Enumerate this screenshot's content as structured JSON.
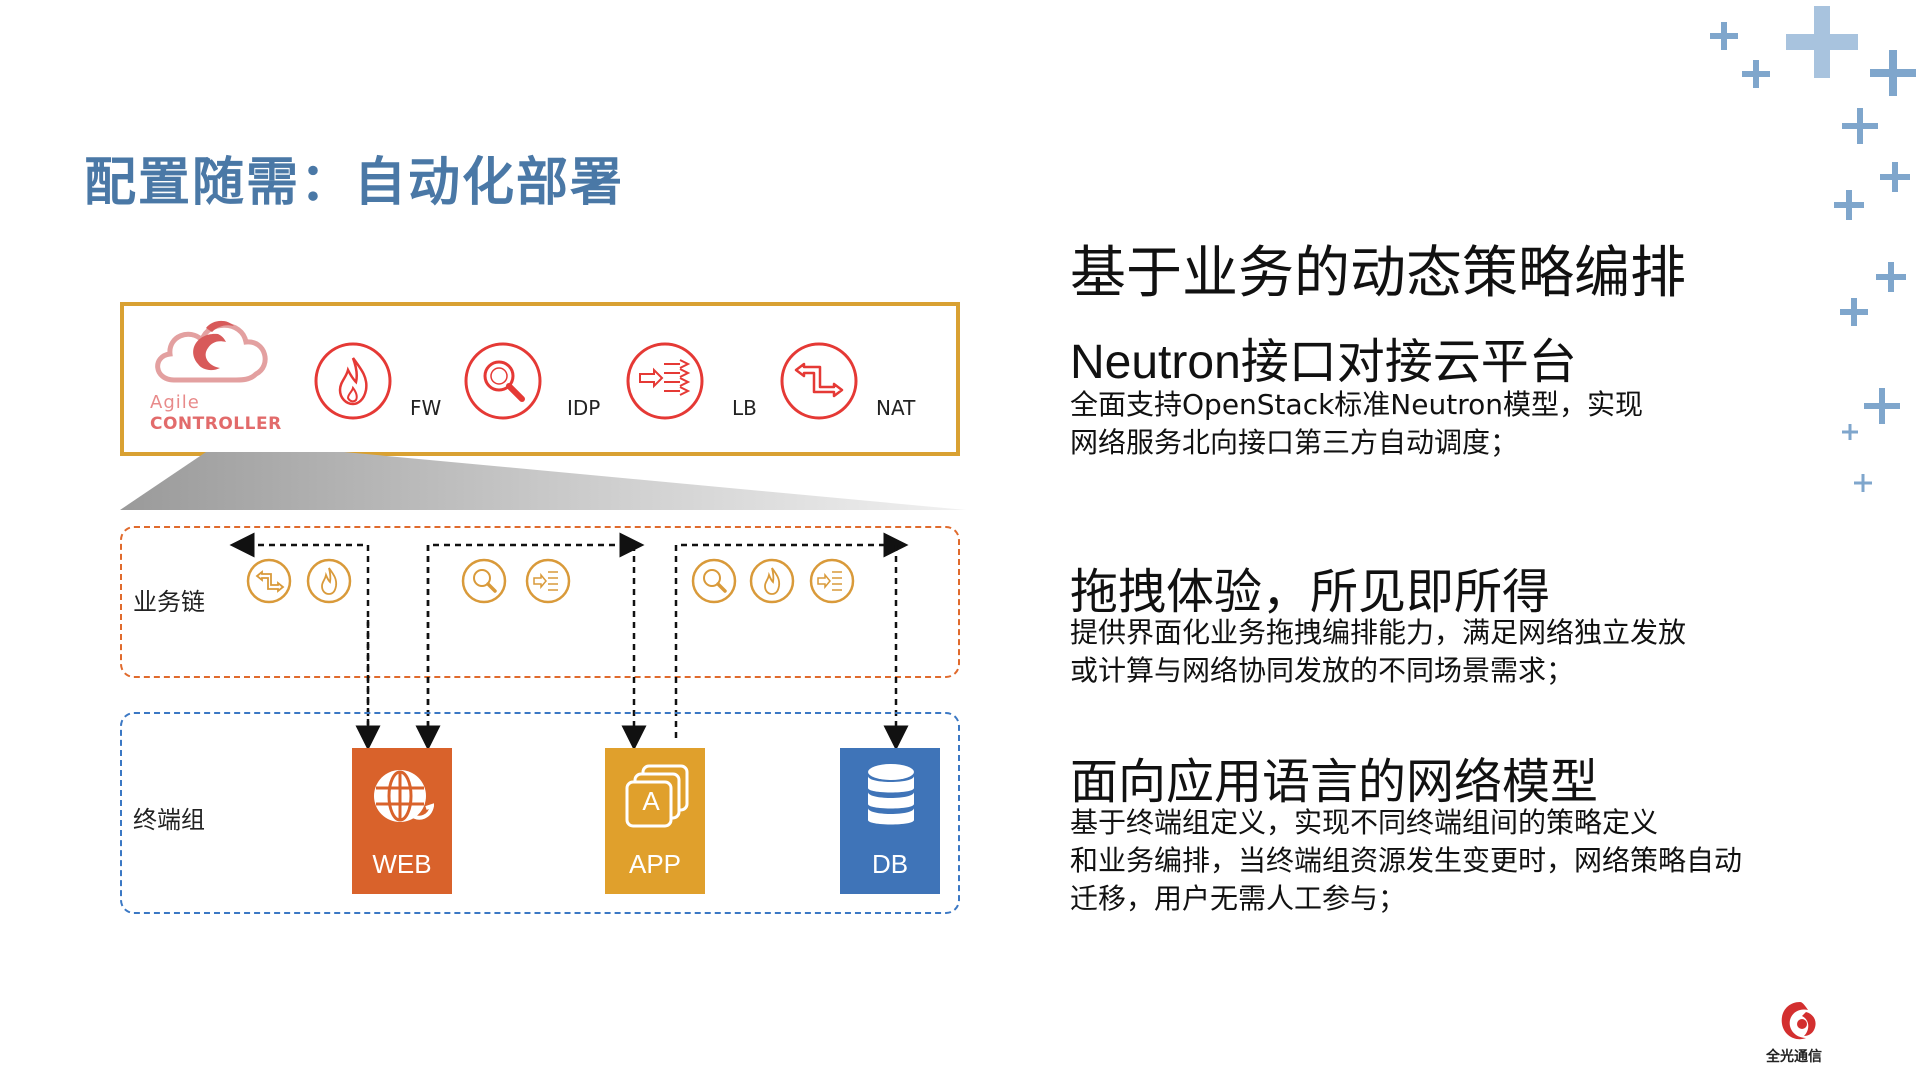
{
  "slide": {
    "title": "配置随需：自动化部署"
  },
  "controller": {
    "brand_line1": "Agile",
    "brand_line2": "CONTROLLER",
    "services": [
      {
        "label": "FW",
        "icon": "flame-icon"
      },
      {
        "label": "IDP",
        "icon": "magnifier-icon"
      },
      {
        "label": "LB",
        "icon": "load-balance-icon"
      },
      {
        "label": "NAT",
        "icon": "nat-icon"
      }
    ]
  },
  "service_chain": {
    "label": "业务链",
    "groups": [
      [
        "nat-icon",
        "flame-icon"
      ],
      [
        "magnifier-icon",
        "load-balance-icon"
      ],
      [
        "magnifier-icon",
        "flame-icon",
        "load-balance-icon"
      ]
    ]
  },
  "terminal_group": {
    "label": "终端组",
    "tiles": [
      {
        "label": "WEB",
        "icon": "globe-icon",
        "color": "#d9622b"
      },
      {
        "label": "APP",
        "icon": "app-stack-icon",
        "icon_letter": "A",
        "color": "#e0a02c"
      },
      {
        "label": "DB",
        "icon": "database-icon",
        "color": "#3f74b8"
      }
    ]
  },
  "right": {
    "heading": "基于业务的动态策略编排",
    "sections": [
      {
        "title": "Neutron接口对接云平台",
        "lines": [
          "全面支持OpenStack标准Neutron模型，实现",
          "网络服务北向接口第三方自动调度；"
        ]
      },
      {
        "title": "拖拽体验，所见即所得",
        "lines": [
          "提供界面化业务拖拽编排能力，满足网络独立发放",
          "或计算与网络协同发放的不同场景需求；"
        ]
      },
      {
        "title": "面向应用语言的网络模型",
        "lines": [
          "基于终端组定义，实现不同终端组间的策略定义",
          "和业务编排，当终端组资源发生变更时，网络策略自动",
          "迁移，用户无需人工参与；"
        ]
      }
    ]
  },
  "logo": {
    "text": "全光通信"
  },
  "colors": {
    "title": "#4a78a6",
    "controller_border": "#d9a132",
    "controller_icons": "#e53935",
    "chain_border": "#e06a2c",
    "chain_icons": "#d99a3a",
    "terminal_border": "#3b78c4",
    "crosses": "#7fa6cc"
  }
}
